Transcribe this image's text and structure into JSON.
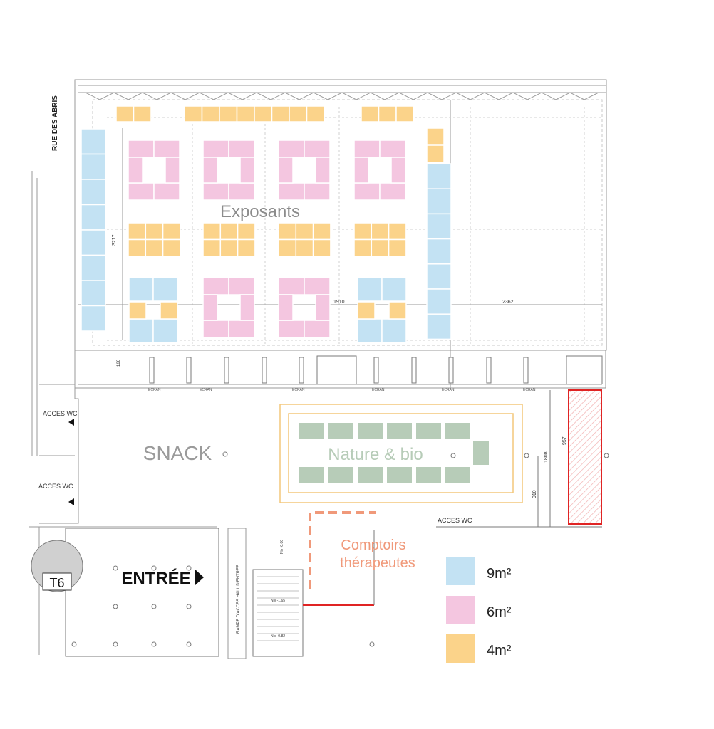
{
  "street_label": "RUE DES ABRIS",
  "zones": {
    "exposants": "Exposants",
    "snack": "SNACK",
    "nature": "Nature & bio",
    "comptoirs_line1": "Comptoirs",
    "comptoirs_line2": "thérapeutes",
    "entree": "ENTRÉE",
    "t6": "T6"
  },
  "acces_wc": [
    "ACCES WC",
    "ACCES WC",
    "ACCES WC"
  ],
  "ramp_label": "RAMPE D'ACCES HALL D'ENTREE",
  "ecran_label": "ECRAN",
  "dimensions": {
    "d3217": "3217",
    "d1910": "1910",
    "d2362": "2362",
    "d166": "166",
    "d957": "957",
    "d1808": "1808",
    "d910": "910"
  },
  "levels": [
    "Niv -0.00",
    "Niv -1.65",
    "Niv -0.82"
  ],
  "legend": [
    {
      "label": "9m²",
      "color": "#c3e2f3"
    },
    {
      "label": "6m²",
      "color": "#f4c6e0"
    },
    {
      "label": "4m²",
      "color": "#fbd38a"
    }
  ],
  "colors": {
    "stand_9": "#c3e2f3",
    "stand_6": "#f4c6e0",
    "stand_4": "#fbd38a",
    "stand_nature": "#b7ccb8",
    "nature_border": "#f3c77a",
    "comptoirs": "#f0997a",
    "accent_red": "#e02424",
    "plan_line": "#9a9a9a"
  }
}
